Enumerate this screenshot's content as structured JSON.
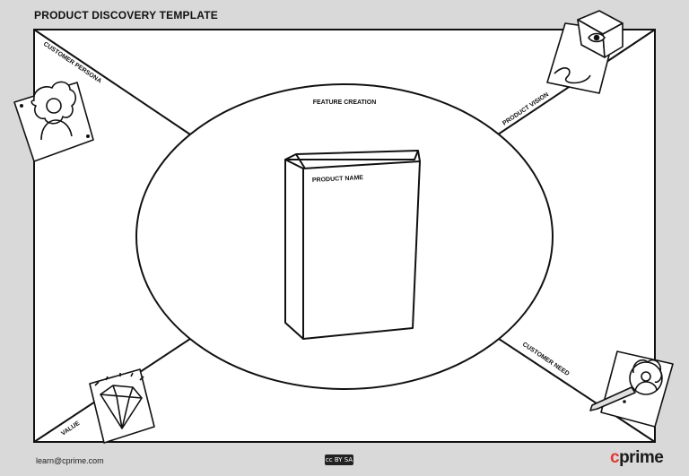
{
  "header": {
    "title": "PRODUCT DISCOVERY TEMPLATE"
  },
  "canvas": {
    "center_label": "FEATURE CREATION",
    "product_box_label": "PRODUCT NAME",
    "quadrants": {
      "customer_persona": "CUSTOMER PERSONA",
      "product_vision": "PRODUCT VISION",
      "value": "VALUE",
      "customer_need": "CUSTOMER NEED"
    },
    "icons": [
      "persona-card-icon",
      "vision-cube-icon",
      "diamond-card-icon",
      "need-magnifier-icon"
    ]
  },
  "footer": {
    "email": "learn@cprime.com",
    "license_badge": "cc BY SA",
    "logo_first": "c",
    "logo_rest": "prime"
  },
  "colors": {
    "accent": "#e8382f",
    "background": "#d9d9d9",
    "board": "#ffffff",
    "ink": "#111111"
  }
}
